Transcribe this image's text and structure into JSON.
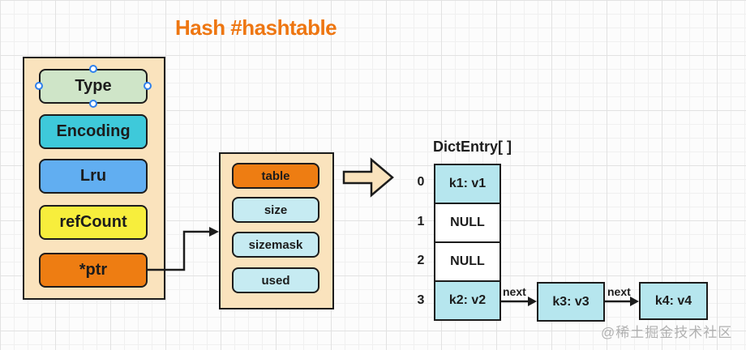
{
  "title": "Hash #hashtable",
  "robj": {
    "fields": [
      {
        "label": "Type",
        "color": "#cfe5c8"
      },
      {
        "label": "Encoding",
        "color": "#3ec9da"
      },
      {
        "label": "Lru",
        "color": "#61aef1"
      },
      {
        "label": "refCount",
        "color": "#f7ee3c"
      },
      {
        "label": "*ptr",
        "color": "#ee7d12"
      }
    ]
  },
  "dictht": {
    "fields": [
      {
        "label": "table",
        "color": "#ee7d12"
      },
      {
        "label": "size",
        "color": "#c6ebf2"
      },
      {
        "label": "sizemask",
        "color": "#c6ebf2"
      },
      {
        "label": "used",
        "color": "#c6ebf2"
      }
    ]
  },
  "dict_entry": {
    "header": "DictEntry[ ]",
    "rows": [
      {
        "index": "0",
        "value": "k1: v1",
        "filled": true
      },
      {
        "index": "1",
        "value": "NULL",
        "filled": false
      },
      {
        "index": "2",
        "value": "NULL",
        "filled": false
      },
      {
        "index": "3",
        "value": "k2: v2",
        "filled": true
      }
    ]
  },
  "chain": {
    "edge_label": "next",
    "nodes": [
      {
        "value": "k3: v3"
      },
      {
        "value": "k4: v4"
      }
    ]
  },
  "watermark": "@稀土掘金技术社区",
  "colors": {
    "title": "#ee7611",
    "container_fill": "#fae3bd",
    "outline": "#1c1c1c",
    "entry_fill": "#b6e6ee",
    "block_arrow_fill": "#fae3bd",
    "selection_handle_ring": "#2f80ed",
    "grid_line": "#e2e2e2"
  }
}
